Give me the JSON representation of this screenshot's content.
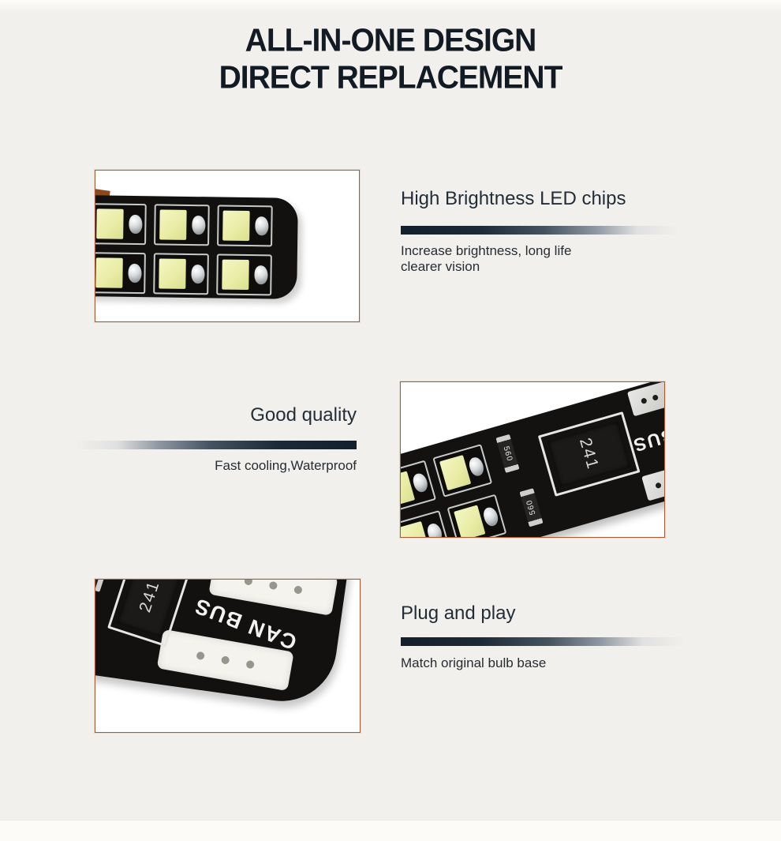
{
  "page": {
    "background": "#f2f0ec",
    "accent_border": "#a85c32",
    "bar_dark": "#131f2a"
  },
  "title": {
    "line1": "ALL-IN-ONE DESIGN",
    "line2": "DIRECT REPLACEMENT"
  },
  "features": [
    {
      "heading": "High Brightness LED chips",
      "description": "Increase brightness, long life\nclearer vision",
      "image_side": "left",
      "photo": "led-chips-closeup"
    },
    {
      "heading": "Good quality",
      "description": "Fast cooling,Waterproof",
      "image_side": "right",
      "photo": "led-board-diagonal"
    },
    {
      "heading": "Plug and play",
      "description": "Match original bulb base",
      "image_side": "left",
      "photo": "bulb-base-canbus"
    }
  ],
  "photo_labels": {
    "canbus": "CAN BUS",
    "chip_241": "241",
    "resistor_560": "560"
  }
}
